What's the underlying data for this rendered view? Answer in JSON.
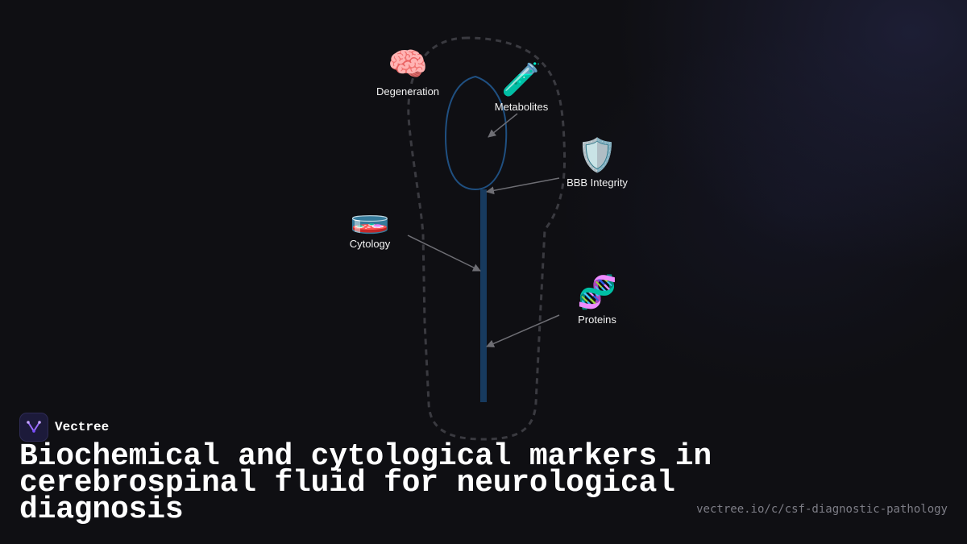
{
  "diagram": {
    "markers": [
      {
        "id": "degeneration",
        "label": "Degeneration",
        "icon": "brain-icon",
        "glyph": "🧠"
      },
      {
        "id": "metabolites",
        "label": "Metabolites",
        "icon": "test-tube-icon",
        "glyph": "🧪"
      },
      {
        "id": "bbb",
        "label": "BBB Integrity",
        "icon": "shield-icon",
        "glyph": "🛡️"
      },
      {
        "id": "cytology",
        "label": "Cytology",
        "icon": "petri-dish-icon",
        "glyph": "🧫"
      },
      {
        "id": "proteins",
        "label": "Proteins",
        "icon": "dna-icon",
        "glyph": "🧬"
      }
    ],
    "colors": {
      "outline": "#3a3a40",
      "spinal_cord": "#173a5e",
      "brain_outline": "#1f4f80",
      "arrow": "#6e6e74"
    }
  },
  "brand": {
    "name": "Vectree",
    "icon": "vectree-logo-icon"
  },
  "title": "Biochemical and cytological markers in cerebrospinal fluid for neurological diagnosis",
  "url": "vectree.io/c/csf-diagnostic-pathology"
}
